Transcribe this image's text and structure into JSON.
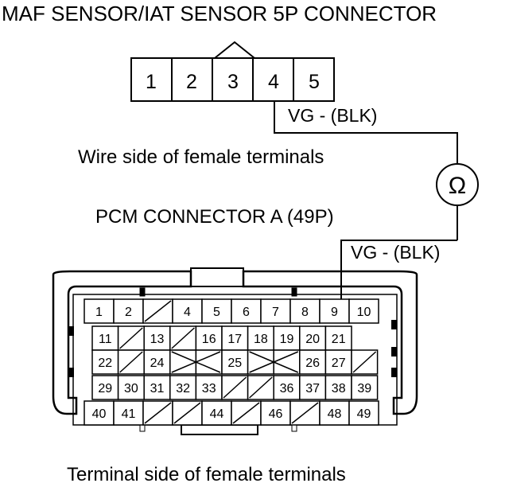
{
  "title": "MAF SENSOR/IAT SENSOR 5P CONNECTOR",
  "caption_wire_side": "Wire side of female terminals",
  "caption_pcm": "PCM CONNECTOR A (49P)",
  "caption_terminal_side": "Terminal side of female terminals",
  "wire_top": "VG -  (BLK)",
  "wire_bottom": "VG -  (BLK)",
  "ohmmeter_symbol": "Ω",
  "maf_pins": [
    "1",
    "2",
    "3",
    "4",
    "5"
  ],
  "pcm_pins": [
    "1",
    "2",
    "4",
    "5",
    "6",
    "7",
    "8",
    "9",
    "10",
    "11",
    "13",
    "16",
    "17",
    "18",
    "19",
    "20",
    "21",
    "22",
    "24",
    "25",
    "26",
    "27",
    "29",
    "30",
    "31",
    "32",
    "33",
    "36",
    "37",
    "38",
    "39",
    "40",
    "41",
    "44",
    "46",
    "48",
    "49"
  ],
  "colors": {
    "line": "#000000",
    "background": "#ffffff"
  }
}
